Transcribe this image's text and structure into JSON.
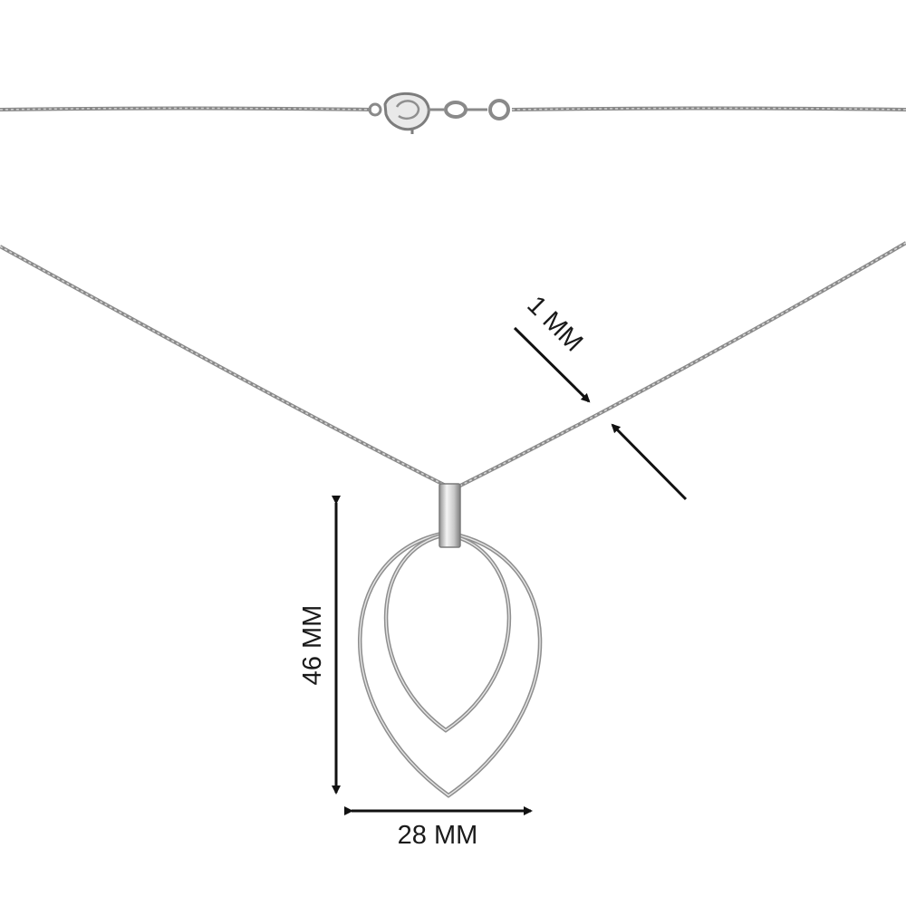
{
  "product": "necklace-pendant",
  "dimensions": {
    "height_label": "46 MM",
    "width_label": "28 MM",
    "chain_label": "1 MM"
  },
  "colors": {
    "background": "#ffffff",
    "metal": "#9a9a9a",
    "metal_dark": "#6e6e6e",
    "arrow": "#111111"
  }
}
